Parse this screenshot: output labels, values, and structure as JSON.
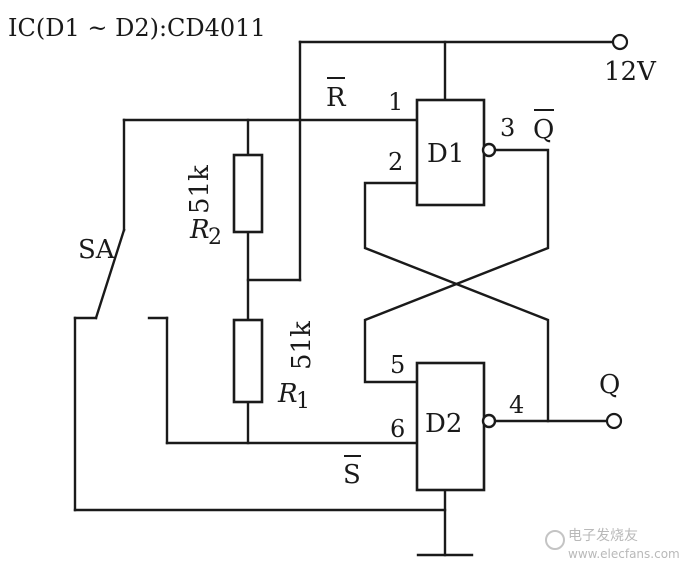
{
  "title": "IC(D1 ~ D2):CD4011",
  "supply": {
    "label": "12V"
  },
  "gates": {
    "d1": {
      "label": "D1",
      "pin_in_a": "1",
      "pin_in_b": "2",
      "pin_out": "3"
    },
    "d2": {
      "label": "D2",
      "pin_in_a": "5",
      "pin_in_b": "6",
      "pin_out": "4"
    }
  },
  "resistors": {
    "r2": {
      "letter": "R",
      "sub": "2",
      "value": "51k"
    },
    "r1": {
      "letter": "R",
      "sub": "1",
      "value": "51k"
    }
  },
  "switch": {
    "label": "SA"
  },
  "signals": {
    "r_bar": "R",
    "s_bar": "S",
    "q_bar": "Q",
    "q": "Q"
  },
  "watermark": {
    "line1": "电子发烧友",
    "line2": "www.elecfans.com"
  }
}
